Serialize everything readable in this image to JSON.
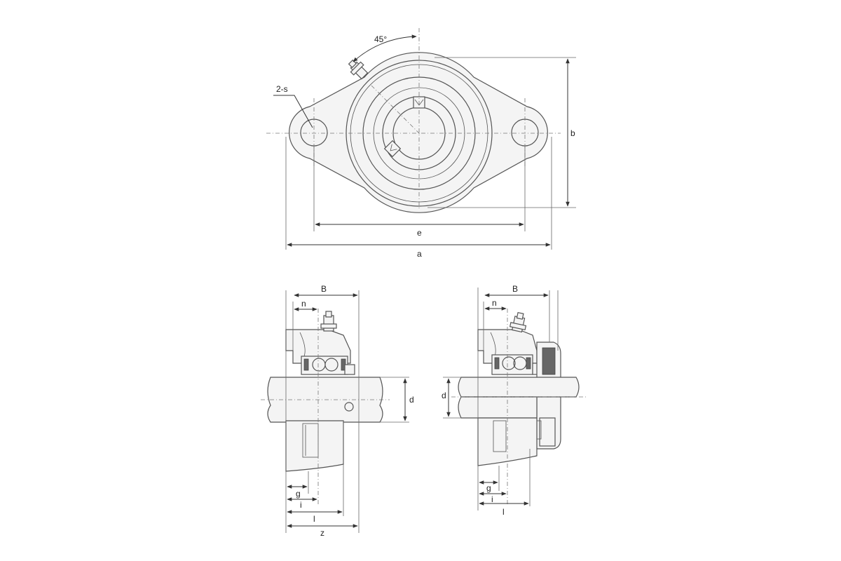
{
  "top_view": {
    "angle_label": "45°",
    "bolt_label": "2-s",
    "dim_b": "b",
    "dim_e": "e",
    "dim_a": "a"
  },
  "side_view_left": {
    "dim_B": "B",
    "dim_n": "n",
    "dim_d": "d",
    "dim_g": "g",
    "dim_i": "i",
    "dim_l": "l",
    "dim_z": "z"
  },
  "side_view_right": {
    "dim_B": "B",
    "dim_n": "n",
    "dim_d": "d",
    "dim_g": "g",
    "dim_i": "i",
    "dim_l": "l"
  }
}
